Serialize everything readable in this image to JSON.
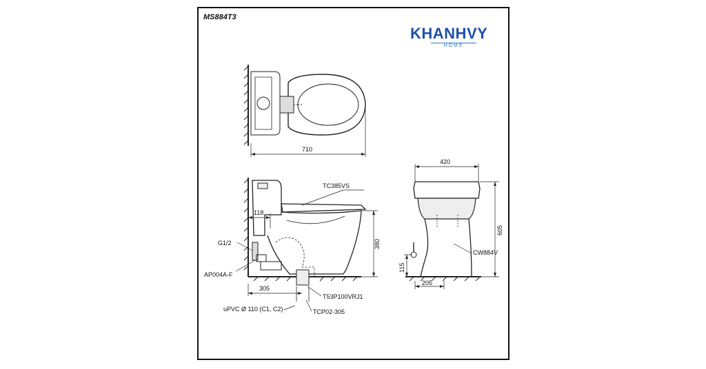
{
  "model": "MS884T3",
  "logo": {
    "brand": "KHANHVY",
    "sub": "HOME",
    "colors": {
      "brand": "#1f4fa8",
      "sub": "#2a7bd6"
    }
  },
  "dimensions": {
    "top_length": "710",
    "side_height": "380",
    "side_wall_offset": "118",
    "side_outlet": "305",
    "front_width": "420",
    "front_height": "605",
    "front_inlet_height": "115",
    "front_offset": "205"
  },
  "labels": {
    "seat": "TC385VS",
    "water_inlet": "G1/2",
    "valve": "AP004A-F",
    "flange": "T53P100VRJ1",
    "pipe": "uPVC Ø 110 (C1, C2)",
    "connector": "TCP02-305",
    "bowl": "CW884V"
  }
}
